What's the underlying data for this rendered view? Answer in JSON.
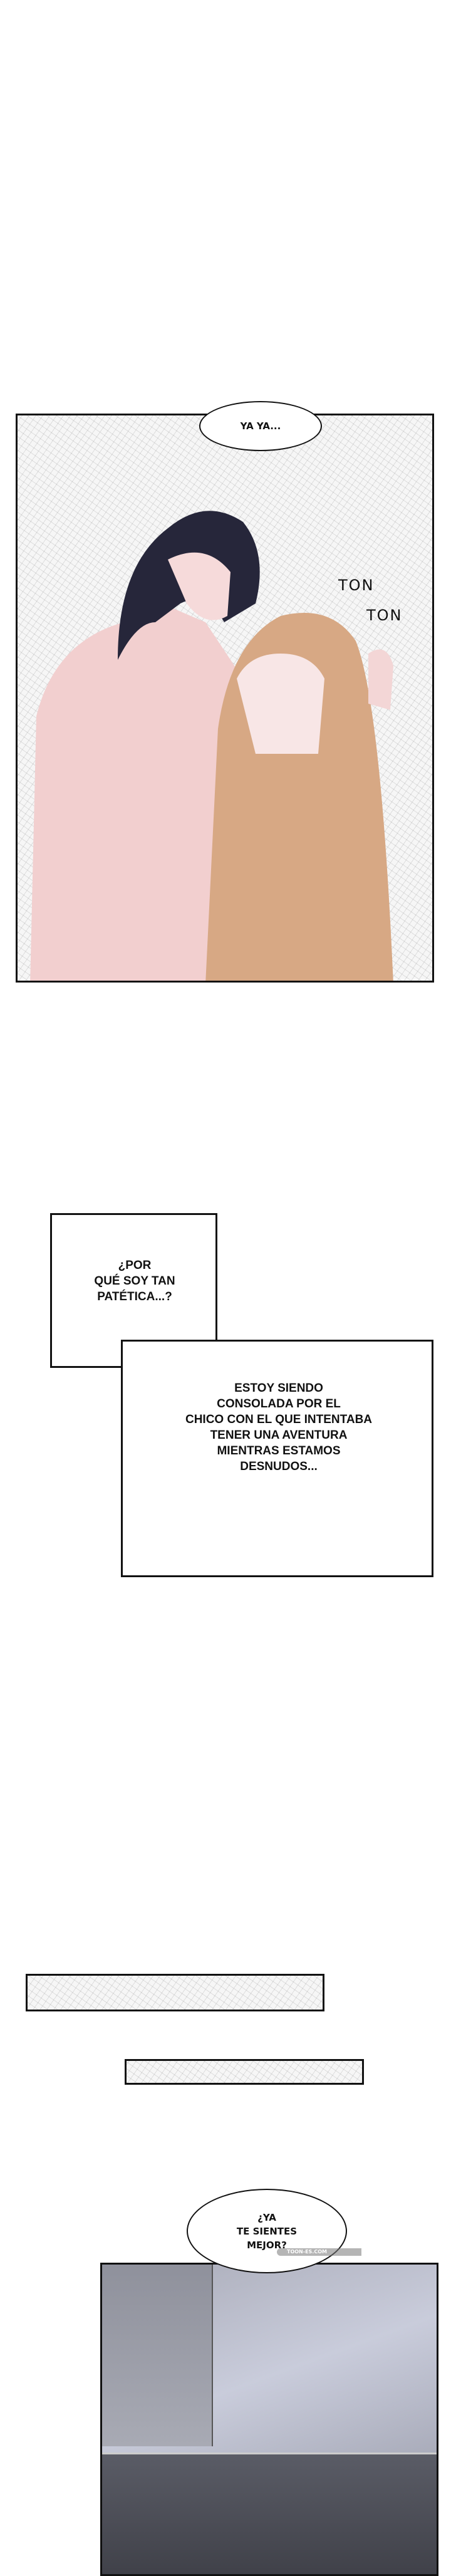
{
  "panel1": {
    "speech": "YA YA...",
    "sfx_1": "TON",
    "sfx_2": "TON"
  },
  "captions": {
    "box1": [
      "¿POR",
      "QUÉ SOY TAN",
      "PATÉTICA...?"
    ],
    "box2": [
      "ESTOY SIENDO",
      "CONSOLADA POR EL",
      "CHICO CON EL QUE INTENTABA",
      "TENER UNA AVENTURA",
      "MIENTRAS ESTAMOS",
      "DESNUDOS..."
    ]
  },
  "panel4": {
    "speech": [
      "¿YA",
      "TE SIENTES",
      "MEJOR?"
    ],
    "watermark": "TOON-ES.COM"
  }
}
